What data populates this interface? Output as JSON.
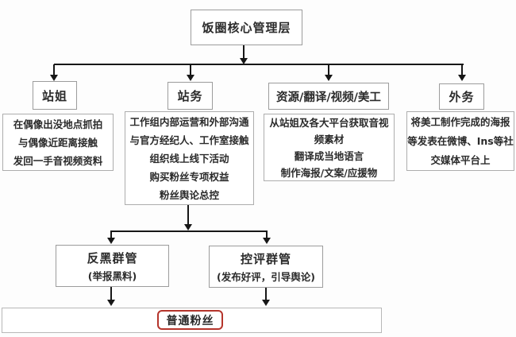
{
  "root": {
    "label": "饭圈核心管理层"
  },
  "branches": [
    {
      "label": "站姐",
      "desc_lines": [
        "在偶像出没地点抓拍",
        "与偶像近距离接触",
        "发回一手音视频资料"
      ]
    },
    {
      "label": "站务",
      "desc_lines": [
        "工作组内部运营和外部沟通",
        "与官方经纪人、工作室接触",
        "组织线上线下活动",
        "购买粉丝专项权益",
        "粉丝舆论总控"
      ]
    },
    {
      "label": "资源/翻译/视频/美工",
      "desc_lines": [
        "从站姐及各大平台获取音视",
        "频素材",
        "翻译成当地语言",
        "制作海报/文案/应援物"
      ]
    },
    {
      "label": "外务",
      "desc_lines": [
        "将美工制作完成的海报",
        "等发表在微博、Ins等社",
        "交媒体平台上"
      ]
    }
  ],
  "mid_nodes": [
    {
      "label": "反黑群管",
      "sub": "(举报黑料)"
    },
    {
      "label": "控评群管",
      "sub": "(发布好评，引导舆论)"
    }
  ],
  "bottom": {
    "label": "普通粉丝"
  },
  "colors": {
    "line": "#171717",
    "red_border": "#b5352c",
    "box_border": "#9c9c9c"
  }
}
